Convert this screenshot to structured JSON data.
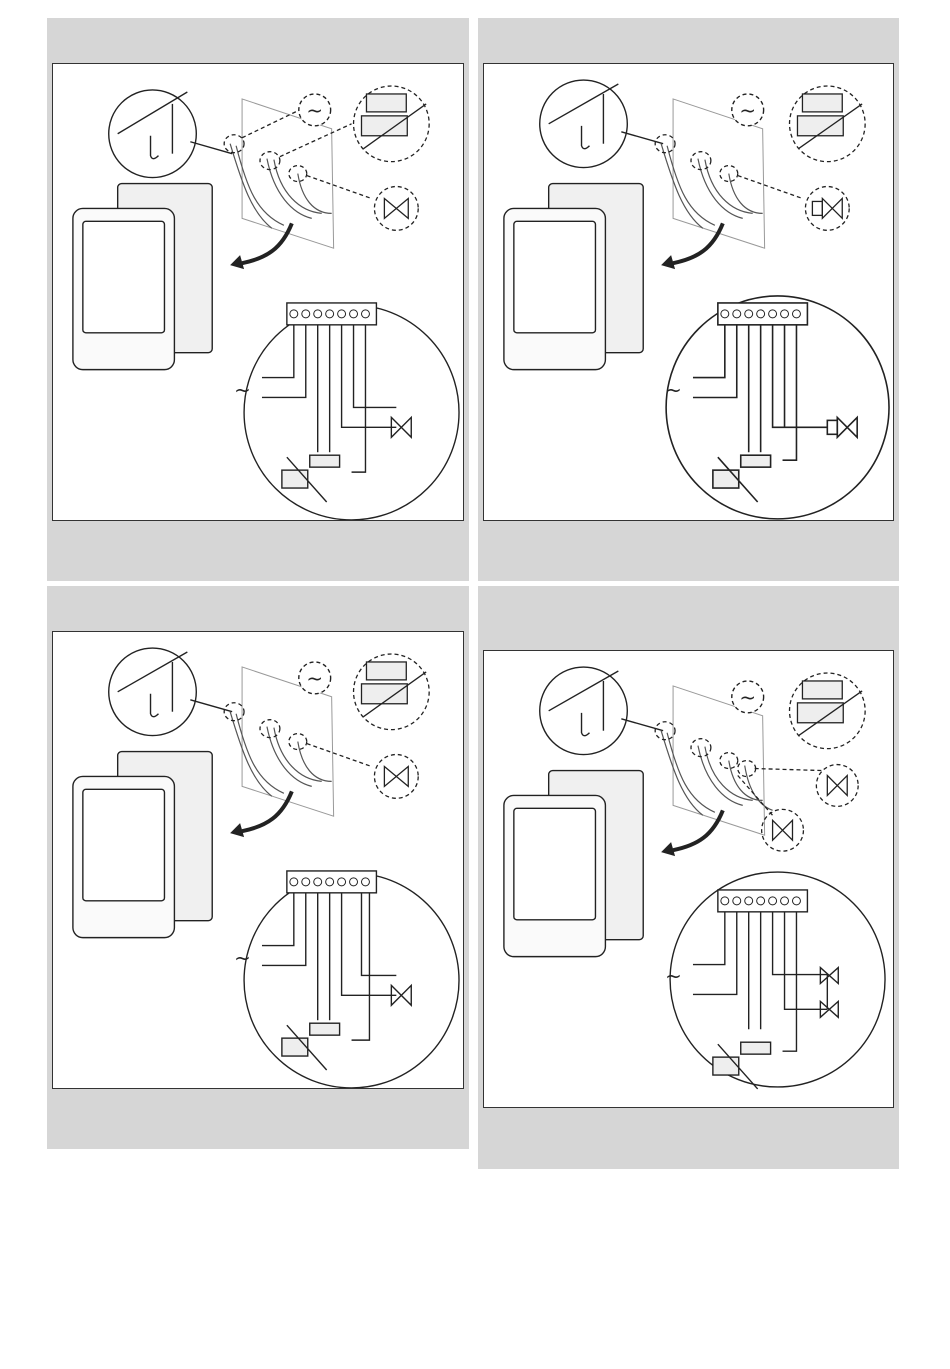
{
  "panels": [
    {
      "id": "p1",
      "symbol": "~",
      "valve": "2-way-valve",
      "valve_count": 1
    },
    {
      "id": "p2",
      "symbol": "~",
      "valve": "3-way-valve",
      "valve_count": 1
    },
    {
      "id": "p3",
      "symbol": "~",
      "valve": "2-way-valve",
      "valve_count": 1
    },
    {
      "id": "p4",
      "symbol": "~",
      "valve": "2-way-valve",
      "valve_count": 2
    }
  ],
  "colors": {
    "panel_bg": "#d6d6d6",
    "line": "#222222",
    "frame_bg": "#ffffff"
  }
}
